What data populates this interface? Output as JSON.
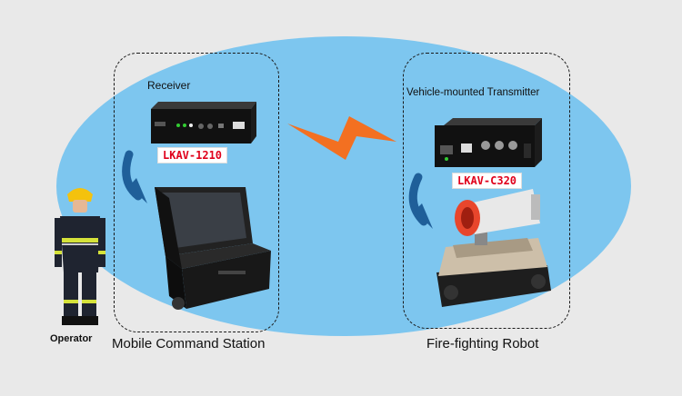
{
  "diagram": {
    "left_group": {
      "device_label": "Receiver",
      "model": "LKAV-1210",
      "caption": "Mobile Command Station"
    },
    "right_group": {
      "device_label": "Vehicle-mounted Transmitter",
      "model": "LKAV-C320",
      "caption": "Fire-fighting Robot"
    },
    "operator_label": "Operator"
  },
  "colors": {
    "background": "#e9e9e9",
    "ellipse": "#7dc6ef",
    "wireless_link": "#f37021",
    "curve_arrow": "#1f5f99",
    "model_text": "#e0001b"
  },
  "icons": [
    "wireless-link-icon",
    "curved-arrow-icon",
    "receiver-device",
    "command-case",
    "transmitter-device",
    "robot",
    "firefighter"
  ]
}
